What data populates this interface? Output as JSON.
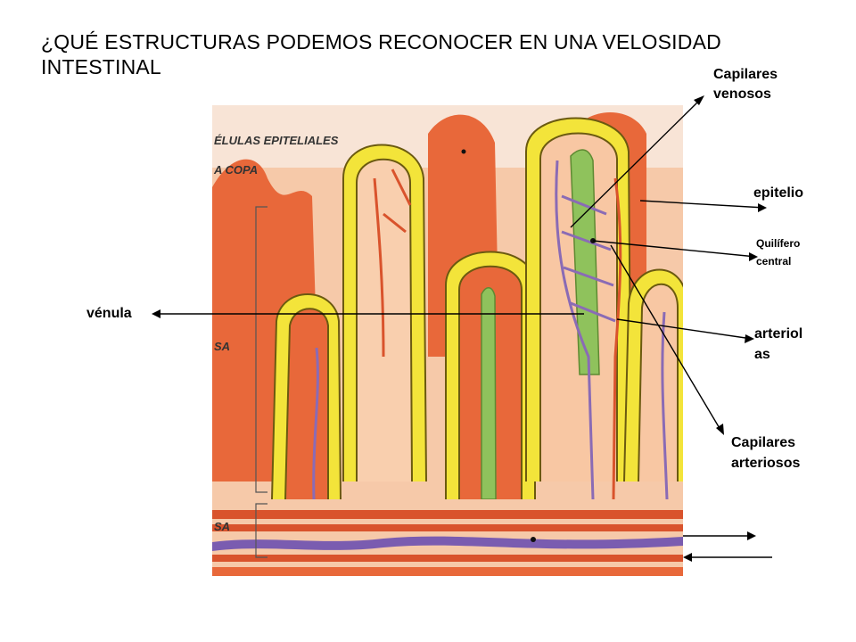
{
  "title": "¿QUÉ ESTRUCTURAS PODEMOS RECONOCER EN UNA VELOSIDAD INTESTINAL",
  "figure_text": {
    "epithelial_cells": "ÉLULAS EPITELIALES",
    "goblet": "A COPA",
    "mucosa": "SA",
    "submucosa": "SA"
  },
  "labels": {
    "capilares_venosos_1": "Capilares",
    "capilares_venosos_2": "venosos",
    "epitelio": "epitelio",
    "quilifero_1": "Quilífero",
    "quilifero_2": "central",
    "venula": "vénula",
    "arteriolas_1": "arteriol",
    "arteriolas_2": "as",
    "capilares_arteriosos_1": "Capilares",
    "capilares_arteriosos_2": "arteriosos"
  },
  "colors": {
    "background_tissue": "#f2ad86",
    "villus_fill": "#e8683a",
    "epithelium_yellow": "#f3e43a",
    "epithelium_outline": "#6b5a10",
    "lacteal_green": "#8fc25c",
    "venous_purple": "#8a6bb5",
    "arterial_red": "#d9532c"
  }
}
